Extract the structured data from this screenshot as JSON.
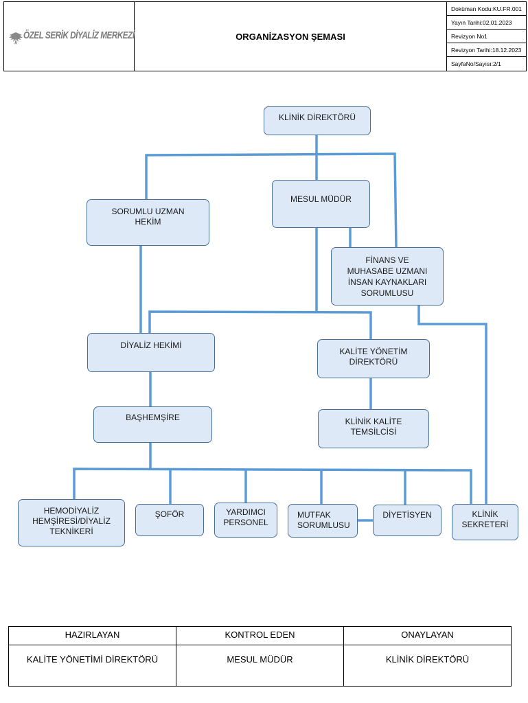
{
  "header": {
    "logo_text": "ÖZEL SERİK DİYALİZ MERKEZİ",
    "title": "ORGANİZASYON ŞEMASI",
    "info": [
      "Doküman Kodu:KU.FR.001",
      "Yayın Tarihi:02.01.2023",
      "Revizyon No1",
      "Revizyon Tarihi:18.12.2023",
      "SayfaNo/Sayısı:2/1"
    ]
  },
  "org": {
    "klinik_direktoru": [
      "KLİNİK DİREKTÖRÜ"
    ],
    "mesul_mudur": [
      "MESUL MÜDÜR"
    ],
    "sorumlu_uzman": [
      "SORUMLU UZMAN",
      "HEKİM"
    ],
    "finans": [
      "FİNANS VE",
      "MUHASABE UZMANI",
      "İNSAN KAYNAKLARI",
      "SORUMLUSU"
    ],
    "diyaliz_hekimi": [
      "DİYALİZ HEKİMİ"
    ],
    "kalite_direktoru": [
      "KALİTE YÖNETİM",
      "DİREKTÖRÜ"
    ],
    "bashemsire": [
      "BAŞHEMŞİRE"
    ],
    "kalite_temsilcisi": [
      "KLİNİK KALİTE",
      "TEMSİLCİSİ"
    ],
    "hemsire": [
      "HEMODİYALİZ",
      "HEMŞİRESİ/DİYALİZ",
      "TEKNİKERİ"
    ],
    "sofor": [
      "ŞOFÖR"
    ],
    "yardimci": [
      "YARDIMCI",
      "PERSONEL"
    ],
    "mutfak": [
      "MUTFAK",
      "SORUMLUSU"
    ],
    "diyetisyen": [
      "DİYETİSYEN"
    ],
    "sekreter": [
      "KLİNİK",
      "SEKRETERİ"
    ]
  },
  "colors": {
    "box_fill": "#dde9f6",
    "box_border": "#4a6f97",
    "connector": "#5b9bd5"
  },
  "footer": {
    "headers": [
      "HAZIRLAYAN",
      "KONTROL EDEN",
      "ONAYLAYAN"
    ],
    "values": [
      "KALİTE YÖNETİMİ DİREKTÖRÜ",
      "MESUL MÜDÜR",
      "KLİNİK DİREKTÖRÜ"
    ]
  }
}
